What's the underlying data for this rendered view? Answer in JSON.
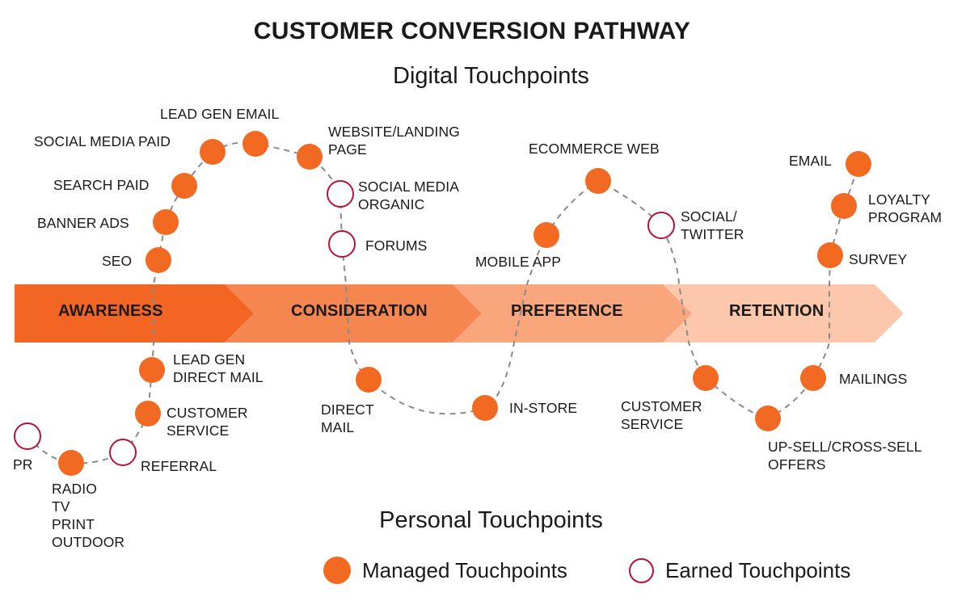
{
  "title": "CUSTOMER CONVERSION PATHWAY",
  "digital_heading": "Digital Touchpoints",
  "personal_heading": "Personal Touchpoints",
  "colors": {
    "managed": "#f26a22",
    "earned_stroke": "#b5123a",
    "path": "#8a8a8a",
    "stage1": "#f26522",
    "stage2": "#f68650",
    "stage3": "#f9a67c",
    "stage4": "#fcc7aa"
  },
  "stages": [
    "AWARENESS",
    "CONSIDERATION",
    "PREFERENCE",
    "RETENTION"
  ],
  "touchpoints": {
    "pr": "PR",
    "radio": "RADIO\nTV\nPRINT\nOUTDOOR",
    "referral": "REFERRAL",
    "customer_service_1": "CUSTOMER\nSERVICE",
    "lead_gen_direct_mail": "LEAD GEN\nDIRECT MAIL",
    "seo": "SEO",
    "banner_ads": "BANNER ADS",
    "search_paid": "SEARCH PAID",
    "social_media_paid": "SOCIAL MEDIA PAID",
    "lead_gen_email": "LEAD GEN EMAIL",
    "website": "WEBSITE/LANDING\nPAGE",
    "social_media_organic": "SOCIAL MEDIA\nORGANIC",
    "forums": "FORUMS",
    "direct_mail": "DIRECT\nMAIL",
    "in_store": "IN-STORE",
    "mobile_app": "MOBILE APP",
    "ecommerce_web": "ECOMMERCE WEB",
    "social_twitter": "SOCIAL/\nTWITTER",
    "customer_service_2": "CUSTOMER\nSERVICE",
    "upsell": "UP-SELL/CROSS-SELL\nOFFERS",
    "mailings": "MAILINGS",
    "survey": "SURVEY",
    "loyalty_program": "LOYALTY\nPROGRAM",
    "email": "EMAIL"
  },
  "legend": {
    "managed": "Managed Touchpoints",
    "earned": "Earned Touchpoints"
  }
}
